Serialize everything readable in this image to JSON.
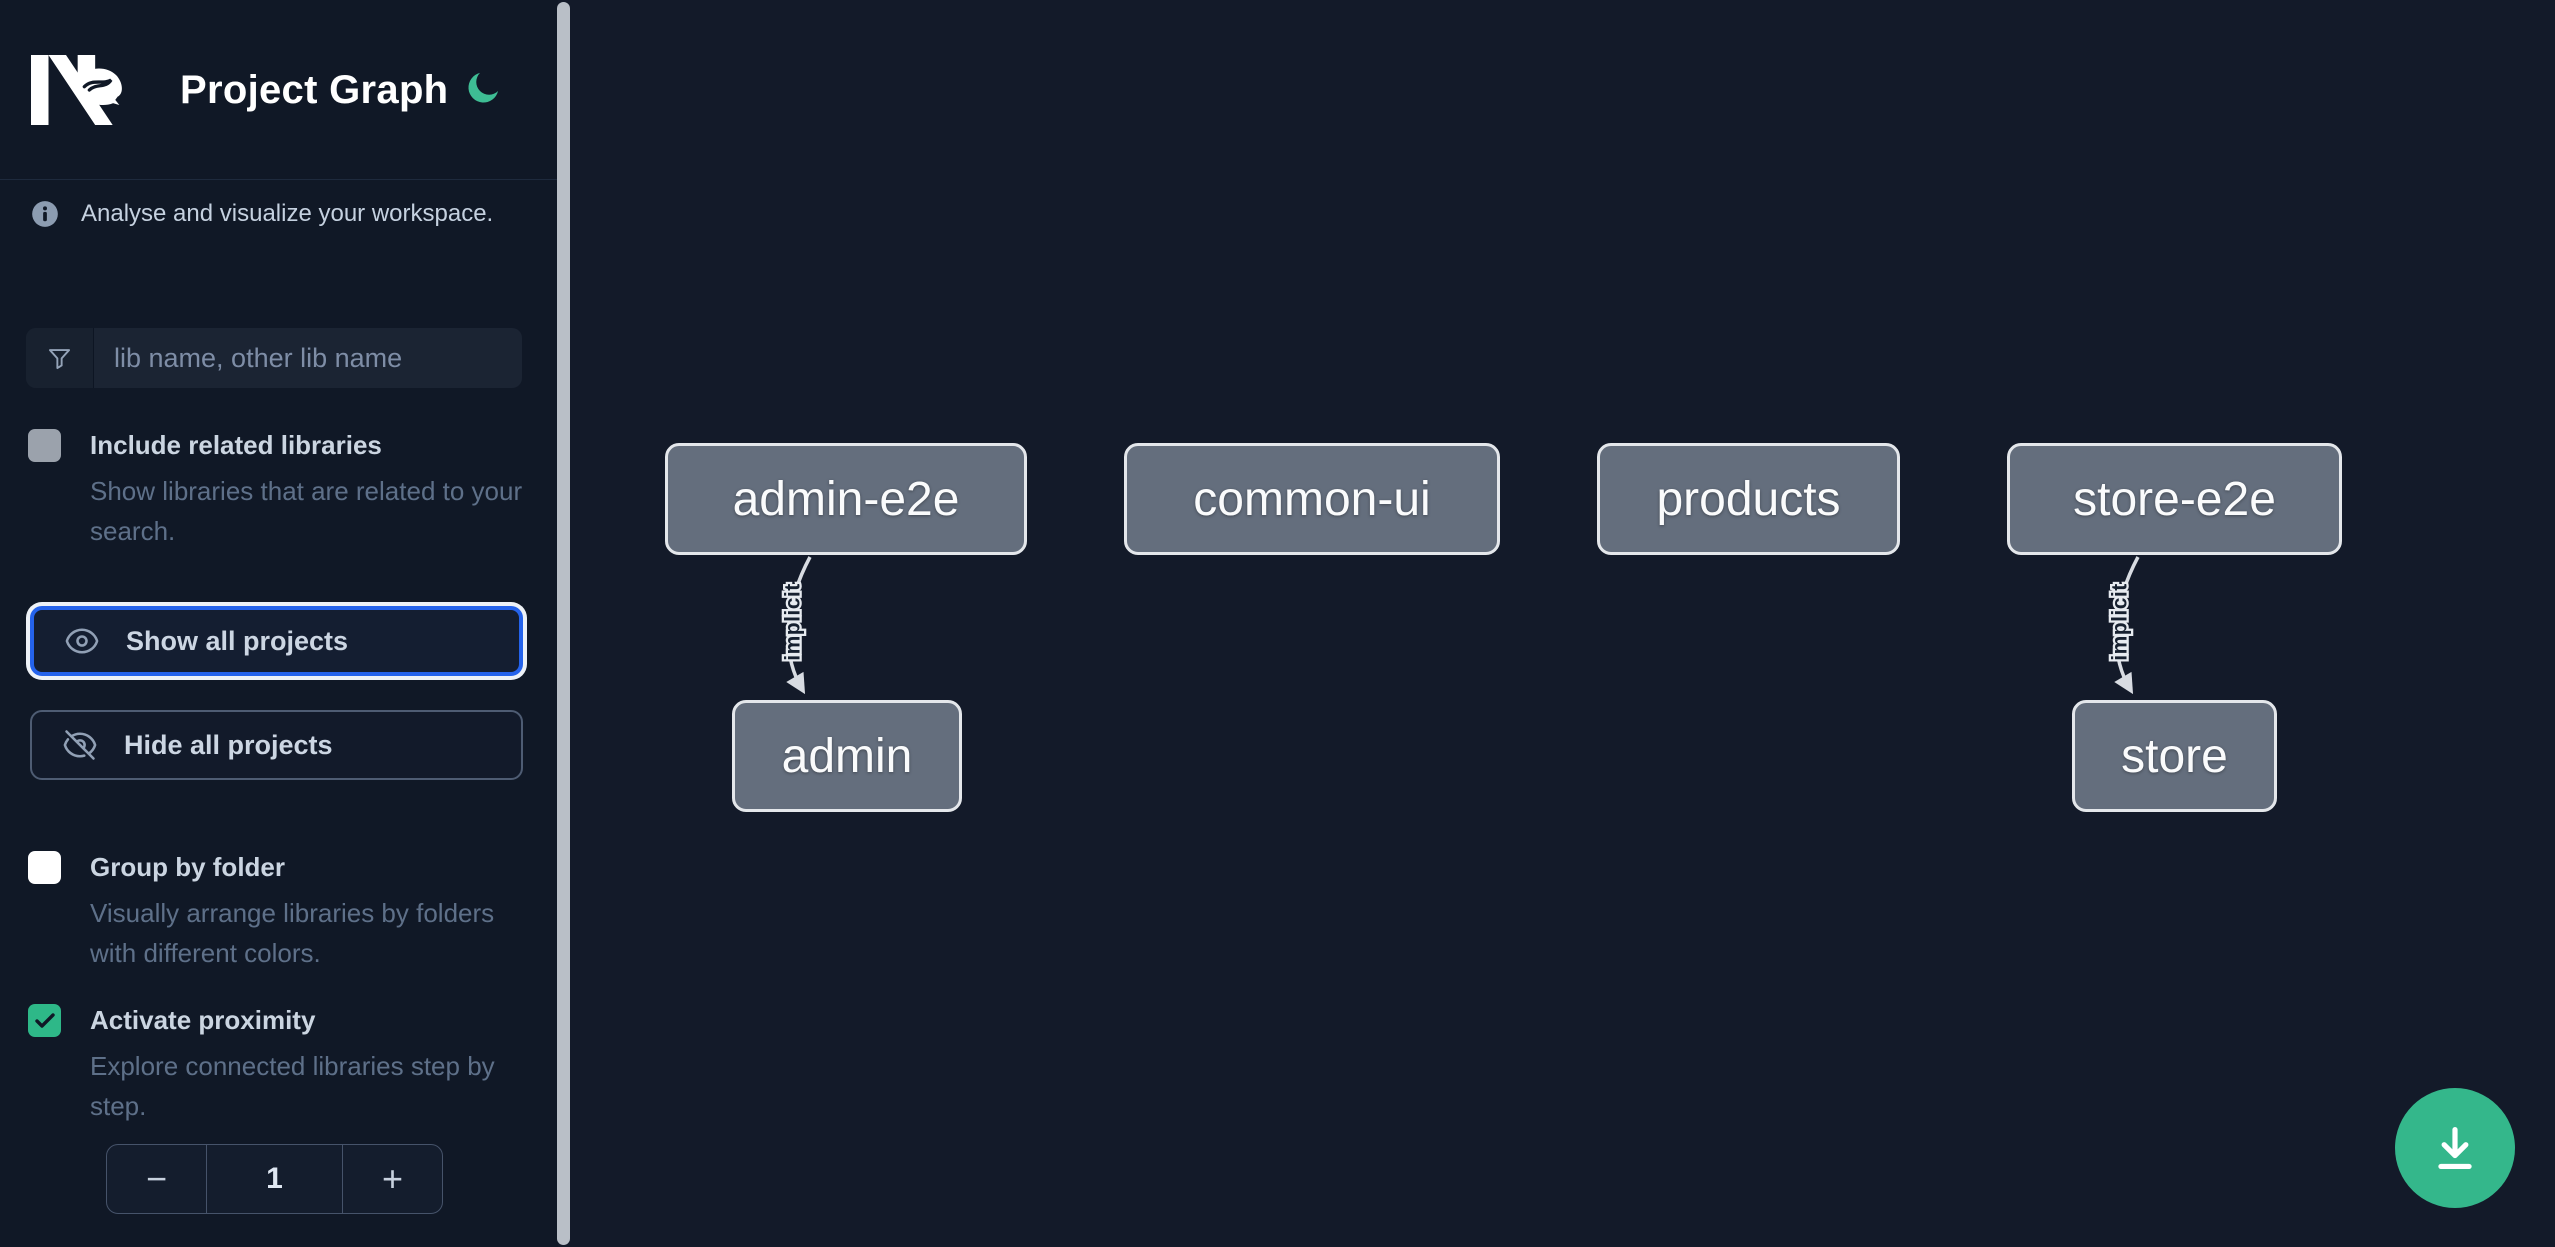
{
  "app": {
    "title": "Project Graph",
    "logo": "Nx",
    "theme_toggle": "dark-mode-moon"
  },
  "sidebar": {
    "info": "Analyse and visualize your workspace.",
    "search": {
      "placeholder": "lib name, other lib name",
      "value": ""
    },
    "options": [
      {
        "id": "include-related-libraries",
        "label": "Include related libraries",
        "description": "Show libraries that are related to your search.",
        "checked": false,
        "disabled": true
      },
      {
        "id": "group-by-folder",
        "label": "Group by folder",
        "description": "Visually arrange libraries by folders with different colors.",
        "checked": false,
        "disabled": false
      },
      {
        "id": "activate-proximity",
        "label": "Activate proximity",
        "description": "Explore connected libraries step by step.",
        "checked": true,
        "disabled": false
      }
    ],
    "buttons": {
      "show_all": "Show all projects",
      "hide_all": "Hide all projects"
    },
    "stepper": {
      "decrement": "−",
      "value": "1",
      "increment": "+"
    }
  },
  "graph": {
    "nodes": [
      {
        "id": "admin-e2e",
        "label": "admin-e2e"
      },
      {
        "id": "common-ui",
        "label": "common-ui"
      },
      {
        "id": "products",
        "label": "products"
      },
      {
        "id": "store-e2e",
        "label": "store-e2e"
      },
      {
        "id": "admin",
        "label": "admin"
      },
      {
        "id": "store",
        "label": "store"
      }
    ],
    "edges": [
      {
        "source": "admin-e2e",
        "target": "admin",
        "label": "implicit"
      },
      {
        "source": "store-e2e",
        "target": "store",
        "label": "implicit"
      }
    ]
  },
  "fab": {
    "action": "download-graph-image"
  },
  "colors": {
    "background": "#131a29",
    "sidebar_background": "#101826",
    "accent_green": "#34b78b",
    "moon_green": "#3ebd94",
    "focus_blue": "#2563eb",
    "node_fill": "#646e7d",
    "node_border": "#e4e7eb",
    "edge": "#d8dce2"
  }
}
